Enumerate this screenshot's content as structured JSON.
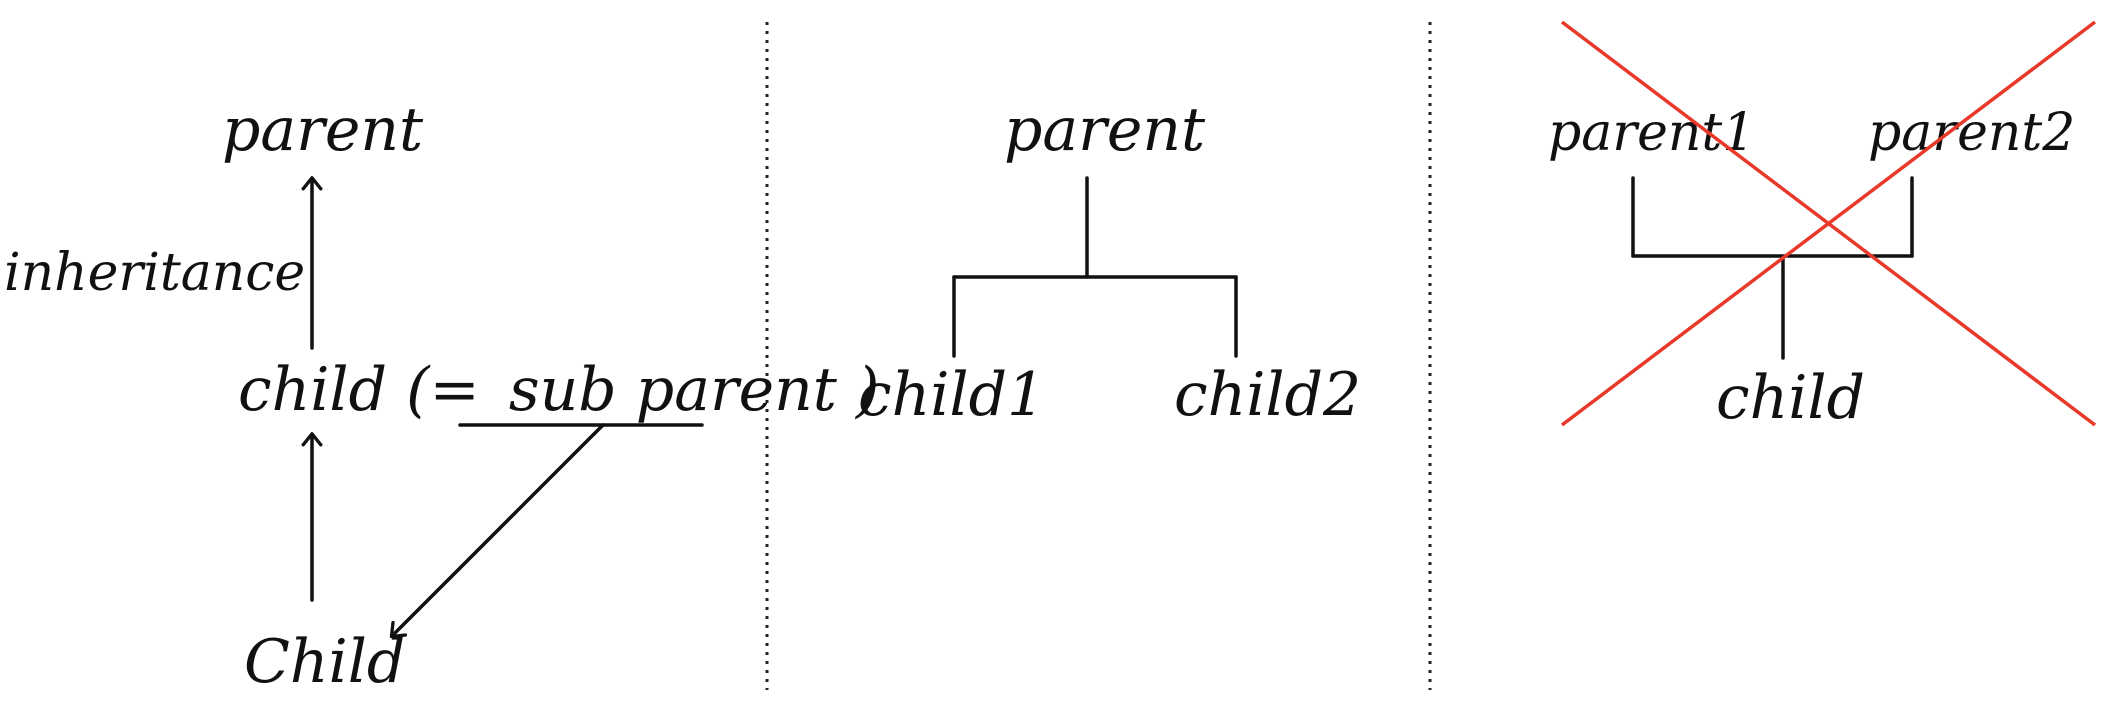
{
  "panel_left": {
    "parent": "parent",
    "arrow_label": "inheritance",
    "child_prefix": "child (=",
    "child_sub_parent": "sub parent",
    "child_suffix": ")",
    "grandchild": "Child"
  },
  "panel_middle": {
    "parent": "parent",
    "child_1": "child1",
    "child_2": "child2"
  },
  "panel_right": {
    "parent_1": "parent1",
    "parent_2": "parent2",
    "child": "child",
    "cross_color": "#e8392b"
  }
}
